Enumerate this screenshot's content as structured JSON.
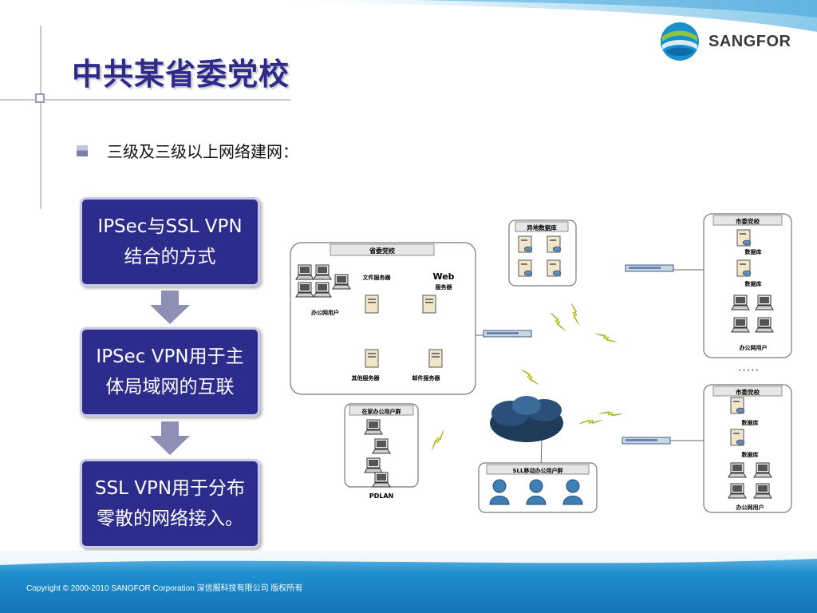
{
  "header": {
    "title": "中共某省委党校",
    "logo_text": "SANGFOR"
  },
  "bullet": {
    "text": "三级及三级以上网络建网："
  },
  "steps": [
    {
      "line1": "IPSec与SSL VPN",
      "line2": "结合的方式"
    },
    {
      "line1": "IPSec VPN用于主",
      "line2": "体局域网的互联"
    },
    {
      "line1": "SSL VPN用于分布",
      "line2": "零散的网络接入。"
    }
  ],
  "diagram": {
    "hq_title": "省委党校",
    "file_server": "文件服务器",
    "web_server_a": "Web",
    "web_server_b": "服务器",
    "office_users": "办公网用户",
    "other_server": "其他服务器",
    "mail_server": "邮件服务器",
    "remote_db": "异地数据库",
    "home_group": "在家办公用户群",
    "pdlan": "PDLAN",
    "ssl_group": "SLL移动办公用户群",
    "city1_title": "市委党校",
    "city1_db1": "数据库",
    "city1_db2": "数据库",
    "city1_users": "办公网用户",
    "city2_title": "市委党校",
    "city2_db1": "数据库",
    "city2_db2": "数据库",
    "city2_users": "办公网用户",
    "ellipsis": "• • • • •"
  },
  "footer": {
    "copyright": "Copyright © 2000-2010 SANGFOR Corporation  深信服科技有限公司   版权所有"
  },
  "colors": {
    "title": "#2e2a8c",
    "step_bg": "#2c2c8c",
    "step_border": "#c9cbe2",
    "footer": "#1f8fcf",
    "lightning": "#e6e82a"
  }
}
